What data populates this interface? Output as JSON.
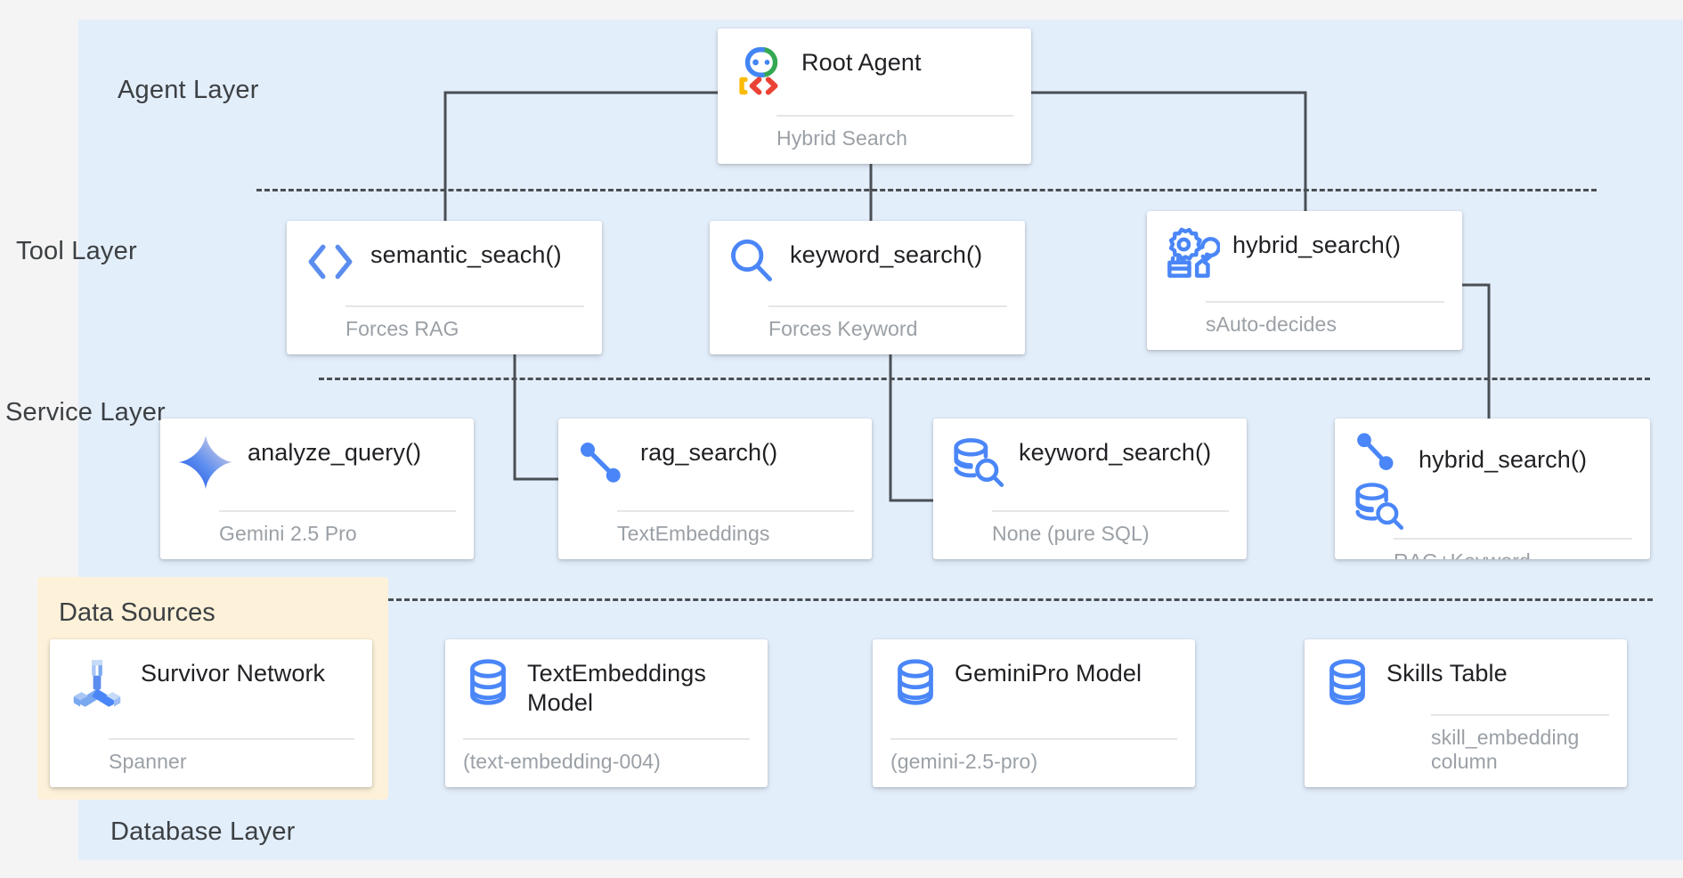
{
  "canvas": {
    "bg": "#f4f4f4",
    "panel_bg": "#e3eefb",
    "accent": "#4285f4",
    "highlight_bg": "#fdf1d9"
  },
  "layers": [
    {
      "id": "agent",
      "label": "Agent Layer"
    },
    {
      "id": "tool",
      "label": "Tool Layer"
    },
    {
      "id": "service",
      "label": "Service Layer"
    },
    {
      "id": "database",
      "label": "Database Layer"
    }
  ],
  "data_sources_group": {
    "title": "Data Sources"
  },
  "agent_layer": {
    "nodes": [
      {
        "icon": "google-adk-robot-icon",
        "title": "Root Agent",
        "subtitle": "Hybrid Search"
      }
    ]
  },
  "tool_layer": {
    "nodes": [
      {
        "icon": "code-brackets-icon",
        "title": "semantic_seach()",
        "subtitle": "Forces RAG"
      },
      {
        "icon": "magnifier-icon",
        "title": "keyword_search()",
        "subtitle": "Forces Keyword"
      },
      {
        "icon": "cognition-gear-icon",
        "title": "hybrid_search()",
        "subtitle": "sAuto-decides"
      }
    ]
  },
  "service_layer": {
    "nodes": [
      {
        "icon": "gemini-sparkle-icon",
        "title": "analyze_query()",
        "subtitle": "Gemini 2.5 Pro"
      },
      {
        "icon": "vector-link-icon",
        "title": "rag_search()",
        "subtitle": "TextEmbeddings"
      },
      {
        "icon": "database-search-icon",
        "title": "keyword_search()",
        "subtitle": "None (pure SQL)"
      },
      {
        "icon": "vector-plus-db-search-icon",
        "title": "hybrid_search()",
        "subtitle": "RAG+Keyword"
      }
    ]
  },
  "database_layer": {
    "nodes": [
      {
        "icon": "spanner-icon",
        "title": "Survivor Network",
        "subtitle": "Spanner",
        "group": "data-sources"
      },
      {
        "icon": "database-icon",
        "title": "TextEmbeddings Model",
        "subtitle": "(text-embedding-004)",
        "group": "database"
      },
      {
        "icon": "database-icon",
        "title": "GeminiPro Model",
        "subtitle": "(gemini-2.5-pro)",
        "group": "database"
      },
      {
        "icon": "database-icon",
        "title": "Skills Table",
        "subtitle": "skill_embedding column",
        "group": "database"
      }
    ]
  }
}
